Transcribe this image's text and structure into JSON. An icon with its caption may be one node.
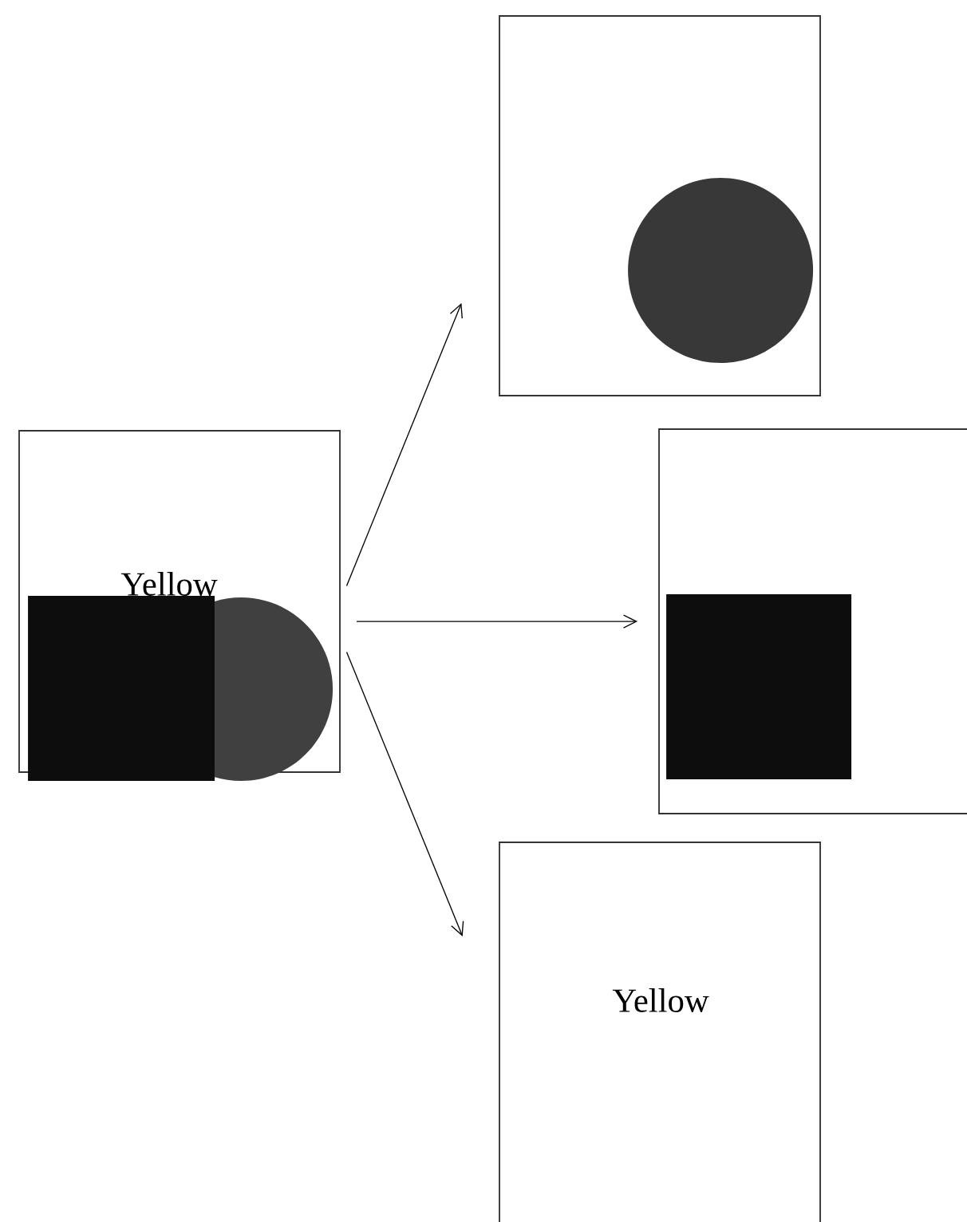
{
  "diagram": {
    "nodes": [
      {
        "text": [
          "Yellow"
        ]
      },
      {
        "text": [],
        "shape": "box",
        "in": 0
      },
      {
        "text": [],
        "shape": "circle",
        "in": 0
      },
      {
        "text": [],
        "shape": "box"
      },
      {
        "text": [],
        "shape": "circle",
        "in": 3
      },
      {
        "text": [],
        "shape": "box"
      },
      {
        "text": [],
        "shape": "box",
        "in": 5
      },
      {
        "text": [
          "Yellow"
        ]
      }
    ],
    "edges": [
      {
        "from": 0,
        "to": 3,
        "arrow": "to"
      },
      {
        "from": 0,
        "to": 5,
        "arrow": "to"
      },
      {
        "from": 0,
        "to": 7,
        "arrow": "to"
      }
    ]
  }
}
